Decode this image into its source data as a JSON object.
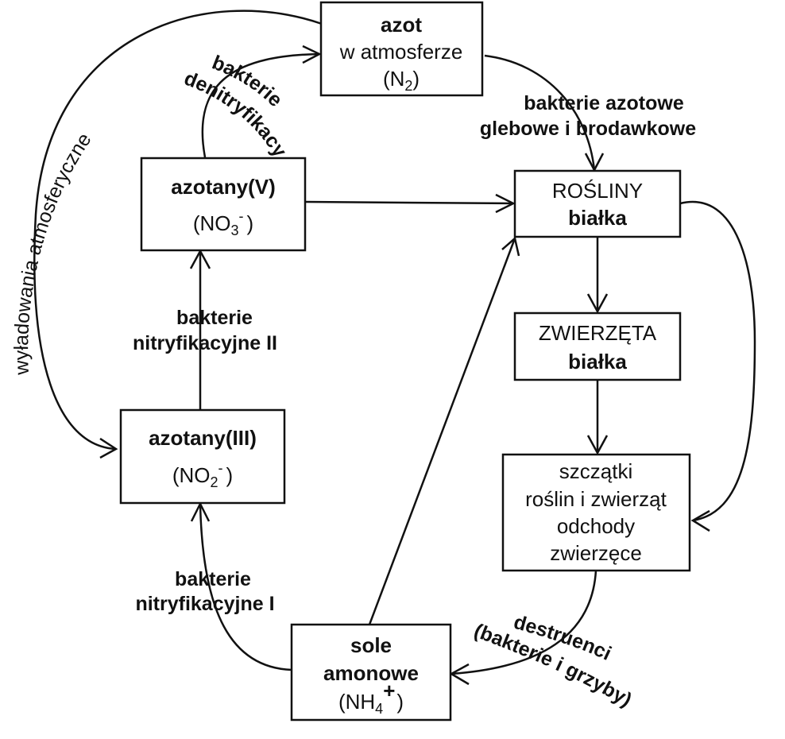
{
  "nodes": {
    "atmosphere": {
      "line1": "azot",
      "line2": "w atmosferze",
      "formula_open": "(N",
      "formula_sub": "2",
      "formula_close": ")"
    },
    "plants": {
      "line1": "ROŚLINY",
      "line2": "białka"
    },
    "animals": {
      "line1": "ZWIERZĘTA",
      "line2": "białka"
    },
    "remains": {
      "line1": "szczątki",
      "line2": "roślin i zwierząt",
      "line3": "odchody",
      "line4": "zwierzęce"
    },
    "ammonium": {
      "line1": "sole",
      "line2": "amonowe",
      "formula_open": "(NH",
      "formula_sub": "4",
      "formula_sup": "+",
      "formula_close": ")"
    },
    "nitrites": {
      "line1": "azotany(III)",
      "formula_open": "(NO",
      "formula_sub": "2",
      "formula_sup": "-",
      "formula_close": ")"
    },
    "nitrates": {
      "line1": "azotany(V)",
      "formula_open": "(NO",
      "formula_sub": "3",
      "formula_sup": "-",
      "formula_close": ")"
    }
  },
  "edge_labels": {
    "fixation_line1": "bakterie azotowe",
    "fixation_line2": "glebowe i brodawkowe",
    "denitrification_line1": "bakterie",
    "denitrification_line2": "denitryfikacyjne",
    "nitrification2_line1": "bakterie",
    "nitrification2_line2": "nitryfikacyjne II",
    "nitrification1_line1": "bakterie",
    "nitrification1_line2": "nitryfikacyjne I",
    "lightning": "wyładowania atmosferyczne",
    "decomposers_line1": "destruenci",
    "decomposers_line2": "(bakterie i grzyby)"
  }
}
